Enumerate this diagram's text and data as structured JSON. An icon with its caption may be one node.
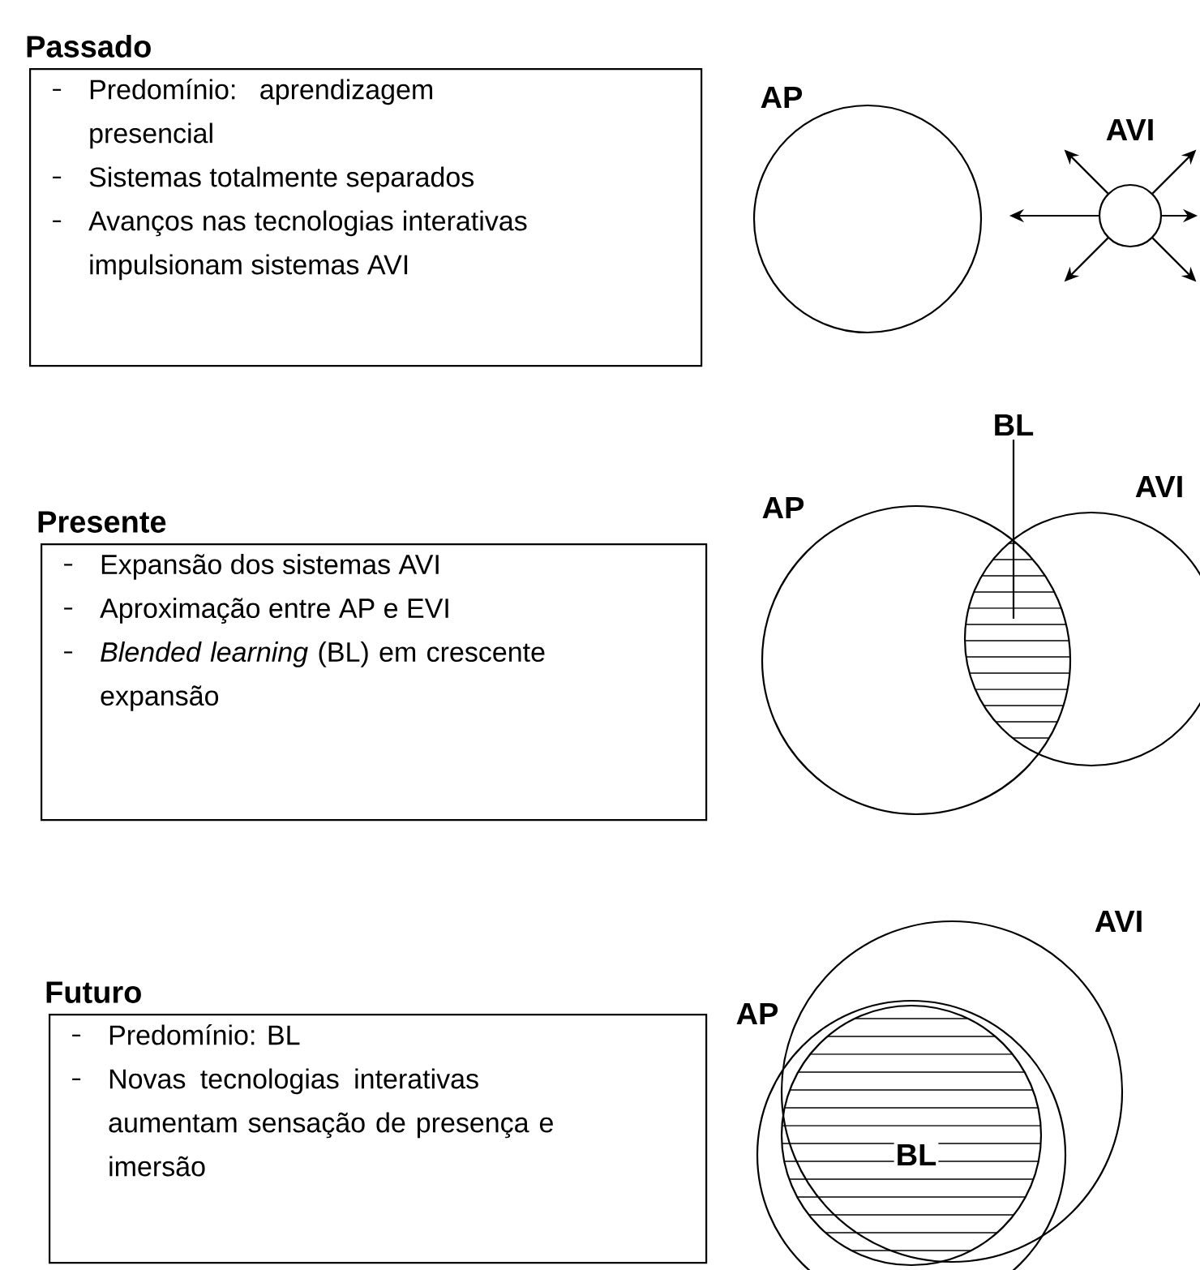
{
  "diagram": {
    "nodes": [
      {
        "text": [
          "Passado",
          "Predomínio: aprendizagem presencial",
          "Sistemas totalmente separados",
          "Avanços nas tecnologias interativas impulsionam sistemas AVI"
        ]
      },
      {
        "text": [
          "AP"
        ]
      },
      {
        "text": [
          "AVI"
        ]
      },
      {
        "text": [
          "Presente",
          "Expansão dos sistemas AVI",
          "Aproximação entre AP e EVI",
          "*Blended learning* (BL) em crescente expansão"
        ]
      },
      {
        "text": [
          "AP"
        ]
      },
      {
        "text": [
          "AVI"
        ]
      },
      {
        "text": [
          "BL"
        ]
      },
      {
        "text": [],
        "shape": "lens"
      },
      {
        "text": [
          "Futuro",
          "Predomínio: BL",
          "Novas tecnologias interativas aumentam sensação de presença e imersão"
        ]
      },
      {
        "text": [
          "AVI"
        ]
      },
      {
        "text": [
          "AP"
        ]
      },
      {
        "text": [
          "BL"
        ]
      }
    ],
    "edges": [
      {
        "from": 2,
        "to": null,
        "arrow": "to"
      },
      {
        "from": 2,
        "to": null,
        "arrow": "to"
      },
      {
        "from": 2,
        "to": null,
        "arrow": "to"
      },
      {
        "from": 2,
        "to": null,
        "arrow": "to"
      },
      {
        "from": 2,
        "to": null,
        "arrow": "to"
      },
      {
        "from": 2,
        "to": null,
        "arrow": "to"
      },
      {
        "from": 6,
        "to": 7,
        "arrow": "none"
      }
    ]
  }
}
